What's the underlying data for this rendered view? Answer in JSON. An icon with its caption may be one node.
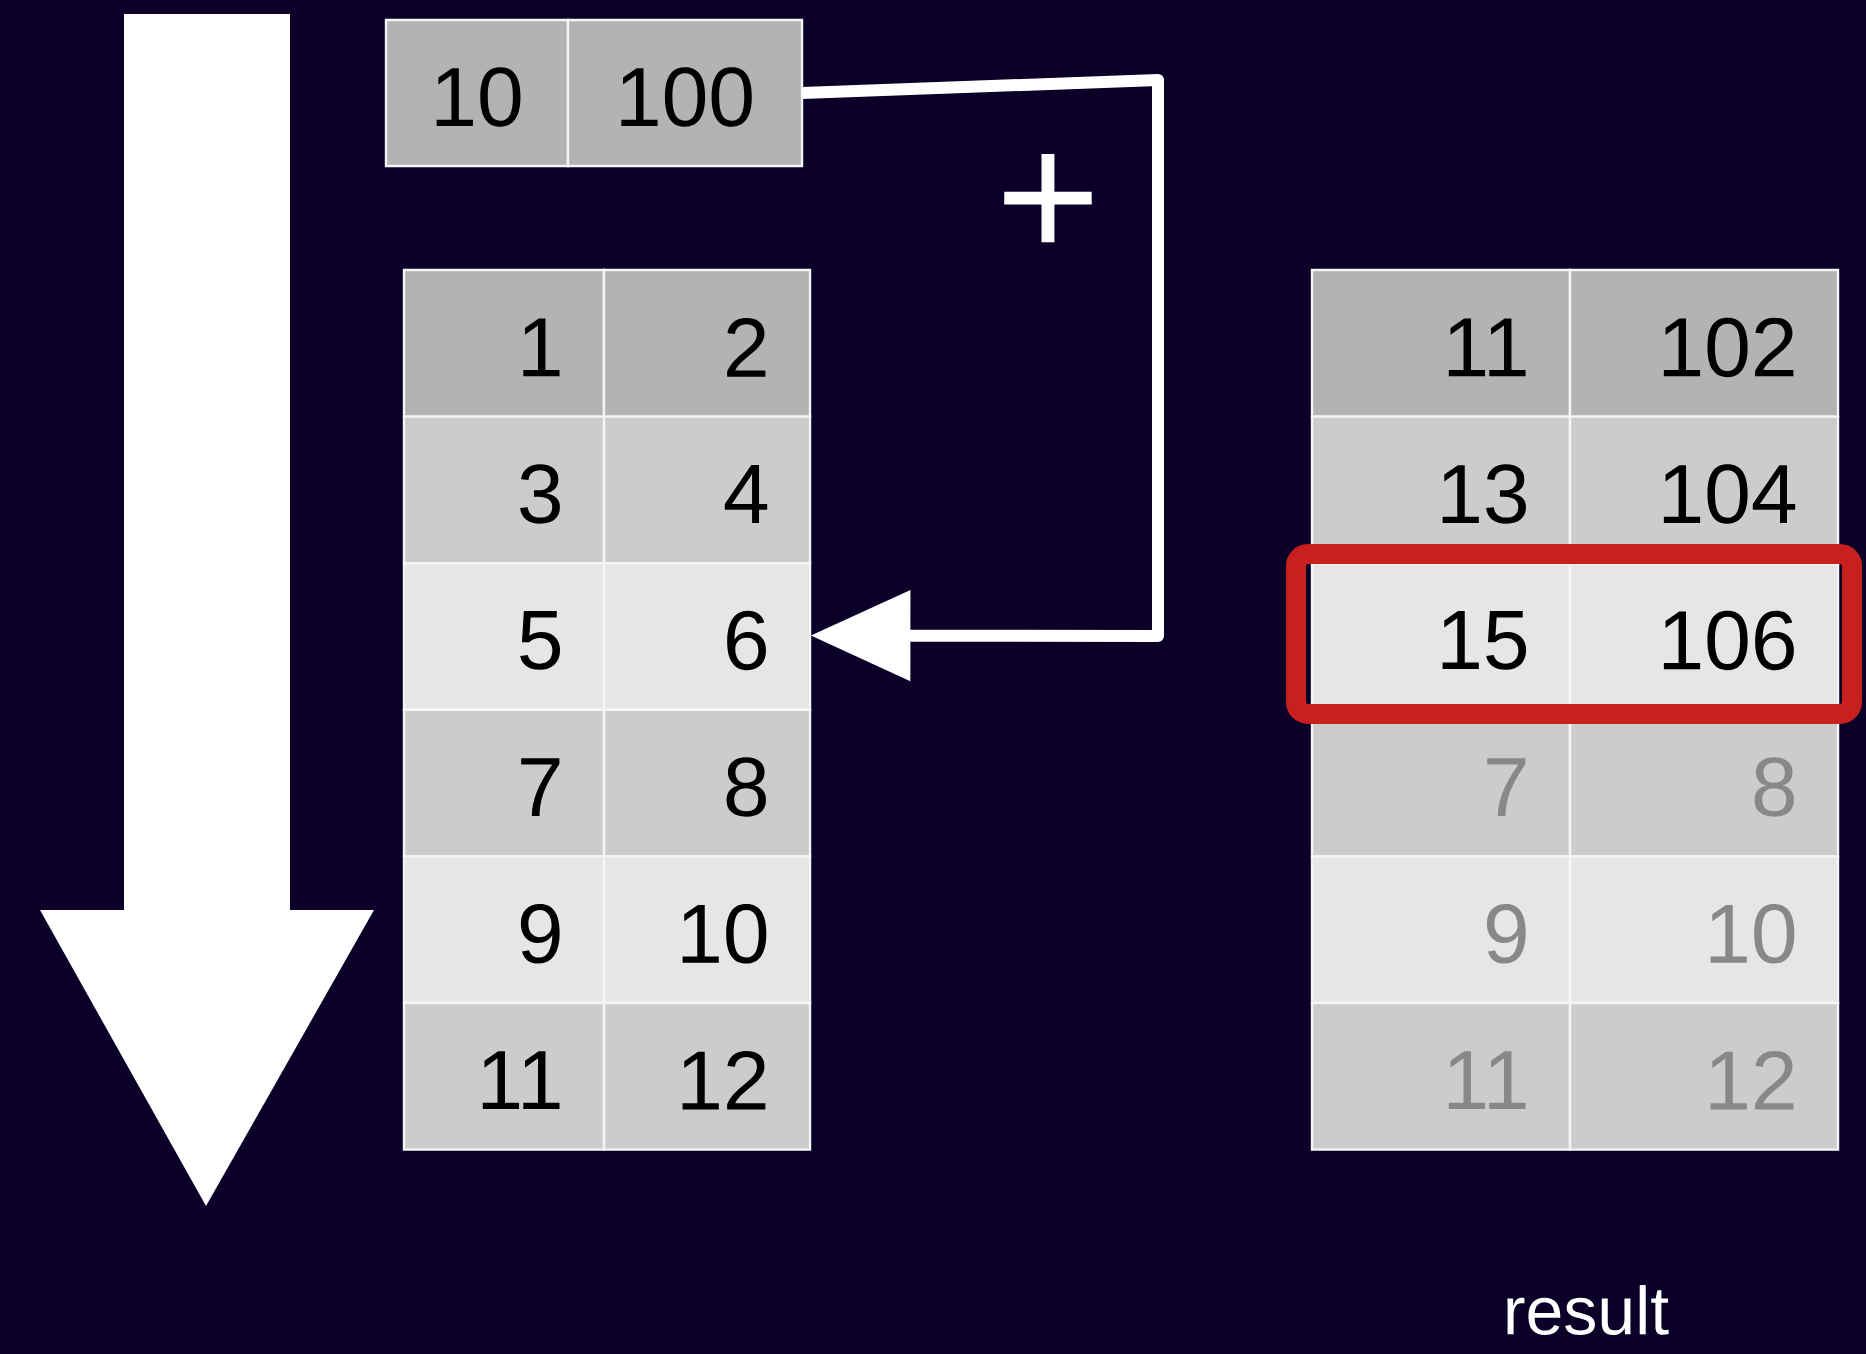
{
  "diagram": {
    "nodes": [
      {
        "text": [
          "10",
          "100"
        ]
      },
      {
        "text": [
          "1",
          "2",
          "3",
          "4",
          "5",
          "6",
          "7",
          "8",
          "9",
          "10",
          "11",
          "12"
        ]
      },
      {
        "text": [
          "11",
          "102",
          "13",
          "104",
          "15",
          "106",
          "7",
          "8",
          "9",
          "10",
          "11",
          "12"
        ]
      }
    ],
    "edges": [
      {
        "from": 0,
        "to": 1,
        "arrow": "to",
        "label": "+"
      }
    ],
    "labels": [
      "result"
    ]
  }
}
